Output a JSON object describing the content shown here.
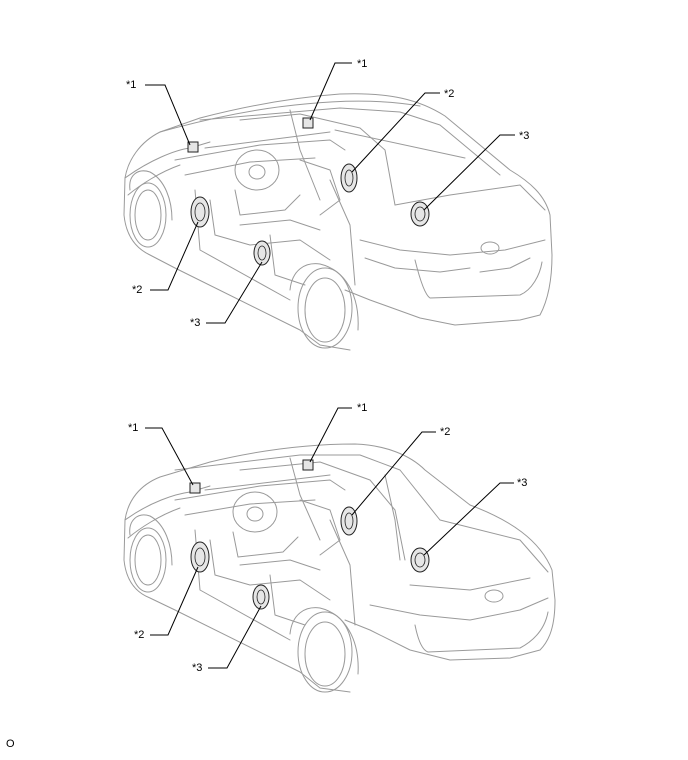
{
  "labels": {
    "top": {
      "front_bracket": "*1",
      "dash_center": "*1",
      "front_door_speaker_left": "*2",
      "front_door_speaker_right": "*2",
      "rear_door_speaker_left": "*3",
      "rear_door_speaker_right": "*3"
    },
    "bottom": {
      "front_bracket": "*1",
      "dash_center": "*1",
      "front_door_speaker_left": "*2",
      "front_door_speaker_right": "*2",
      "rear_door_speaker_left": "*3",
      "rear_door_speaker_right": "*3"
    }
  },
  "figure_code": "O"
}
